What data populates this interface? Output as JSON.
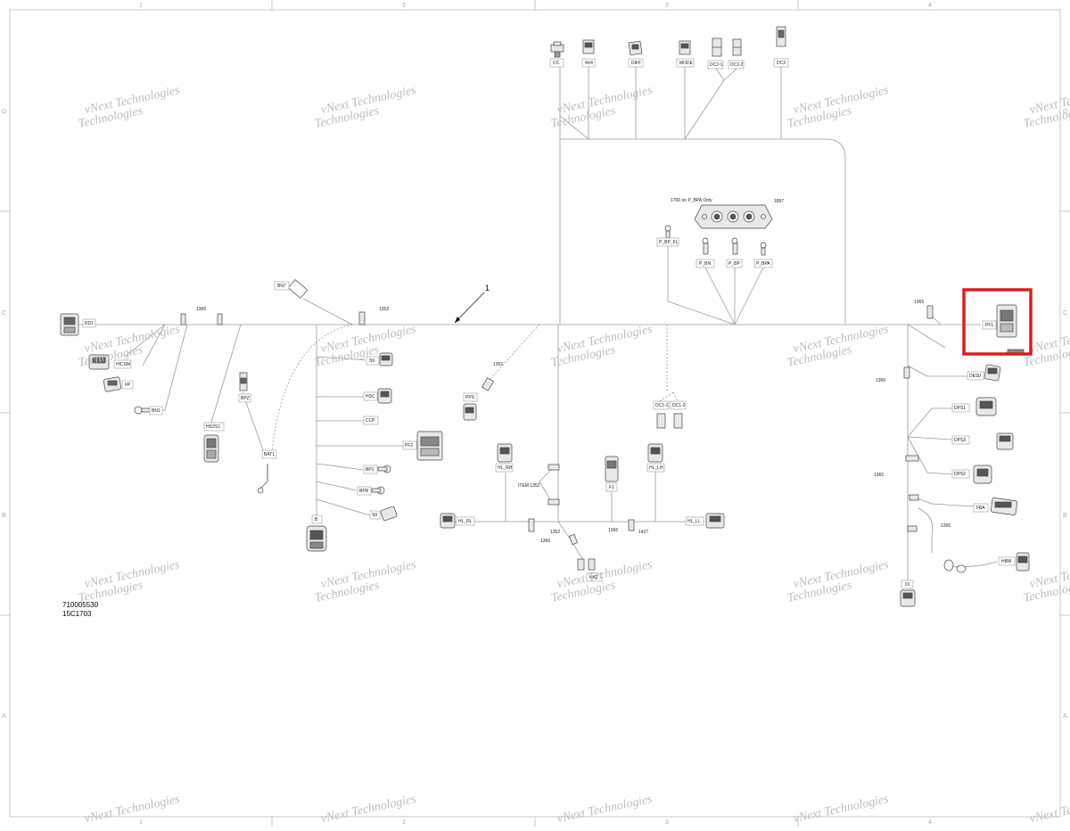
{
  "document": {
    "part_number": "710005530",
    "revision": "15C1703",
    "main_callout": "1",
    "highlight_color": "#d62020",
    "line_color": "#9a9a9a",
    "connector_color": "#555555"
  },
  "grid": {
    "columns": [
      "1",
      "2",
      "3",
      "4"
    ],
    "rows": [
      "D",
      "C",
      "B",
      "A"
    ]
  },
  "watermark": {
    "line1": "vNext Technologies",
    "line2": "Technologies"
  },
  "top_connectors": [
    "CC",
    "4X4",
    "DIFF",
    "MODE",
    "DC2-1",
    "DC2-2",
    "DC3"
  ],
  "fuse_block": {
    "note": "1700 on P_BPA Only",
    "ref": "1897",
    "terminals": [
      "P_BP_FL",
      "P_BN",
      "P_BP",
      "P_BPA"
    ]
  },
  "left_labels": {
    "rd1": "RD1",
    "hicsm": "HICSM",
    "fp": "FP",
    "bn1": "BN1",
    "hd2s1": "HD2S1",
    "bpz": "BPZ",
    "bat1": "BAT1",
    "bn7": "BN7",
    "c1365a": "1365",
    "c1352a": "1352"
  },
  "center_labels": {
    "s9": "S9",
    "hsc": "HSC",
    "ccp": "CCP",
    "pf2": "PF2",
    "bp1": "BP1",
    "bpr": "BPR",
    "s0": "S0",
    "b": "B",
    "pps": "PPS",
    "c1352b": "1352",
    "hl_rh": "HL_RH",
    "item": "ITEM 1352",
    "hl_rl": "HL_RL",
    "c1352c": "1352",
    "c1366a": "1366",
    "kk2": "KK2",
    "f1": "F1",
    "c1366b": "1366",
    "c1427": "1427",
    "dc1_1": "DC1-1",
    "dc1_2": "DC1-2",
    "hl_lh": "HL_LH",
    "hl_ll": "HL_LL"
  },
  "right_labels": {
    "c1365b": "1365",
    "pf1": "PF1",
    "c1366c": "1366",
    "des0": "DES0",
    "dps1": "DPS1",
    "dps3": "DPS3",
    "c1365c": "1365",
    "dps2": "DPS2",
    "fba": "FBA",
    "c1365d": "1365",
    "hbm": "HBM",
    "di": "DI"
  }
}
